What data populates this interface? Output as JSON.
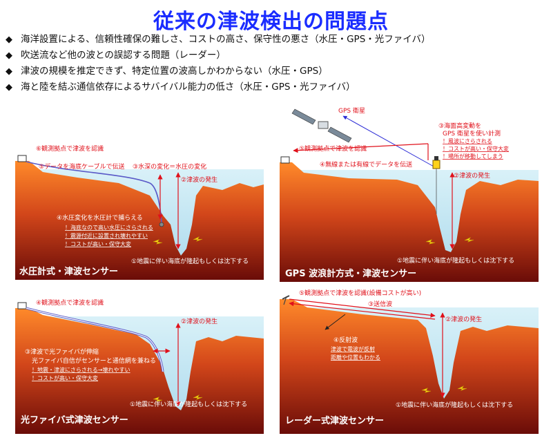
{
  "title": "従来の津波検出の問題点",
  "bullets": [
    "海洋設置による、信頼性確保の難しさ、コストの高さ、保守性の悪さ（水圧・GPS・光ファイバ）",
    "吹送流など他の波との誤認する問題（レーダー）",
    "津波の規模を推定できず、特定位置の波高しかわからない（水圧・GPS）",
    "海と陸を結ぶ通信依存によるサバイバル能力の低さ（水圧・GPS・光ファイバ）"
  ],
  "bullet_marker": "◆",
  "common": {
    "tsunami_origin": "②津波の発生",
    "earthquake": "①地震に伴い海底が隆起もしくは沈下する"
  },
  "panels": {
    "pressure": {
      "title": "水圧計式・津波センサー",
      "station": "⑥観測拠点で津波を認識",
      "cable": "⑤データを海底ケーブルで伝送",
      "depth": "③水深の変化＝水圧の変化",
      "measure": "④水圧変化を水圧計で捕らえる",
      "issues": [
        "！海底なので高い水圧にさらされる",
        "！震源付近に設置され壊れやすい",
        "！コストが高い・保守大変"
      ]
    },
    "gps": {
      "title": "GPS 波浪計方式・津波センサー",
      "satellite": "GPS 衛星",
      "measure": [
        "③海面高変動を",
        "GPS 衛星を使い計測"
      ],
      "issues": [
        "！風波にさらされる",
        "！コストが高い・保守大変",
        "！場所が移動してしまう"
      ],
      "station": "⑤観測拠点で津波を認識",
      "wireless": "④無線または有線でデータを伝送"
    },
    "fiber": {
      "title": "光ファイバ式津波センサー",
      "station": "④観測拠点で津波を認識",
      "measure": [
        "③津波で光ファイバが伸縮",
        "光ファイバ自信がセンサーと通信網を兼ねる"
      ],
      "issues": [
        "！地震・津波にさらされる→壊れやすい",
        "！コストが高い・保守大変"
      ]
    },
    "radar": {
      "title": "レーダー式津波センサー",
      "station": "⑤観測拠点で津波を認識(設備コストが高い)",
      "transmit": "③送信波",
      "reflect": [
        "④反射波",
        "津波で電波が反射",
        "距離や位置もわかる"
      ]
    }
  },
  "colors": {
    "title": "#1a2cff",
    "text_red": "#e0101a",
    "land": "#c94016",
    "sea": "#c5e8f2",
    "arrow_blue": "#2d2dd6",
    "cable": "#5a5ac8"
  },
  "icons": {
    "station": "building-icon",
    "quake": "lightning-icon",
    "satellite": "satellite-icon",
    "buoy": "buoy-icon",
    "radar": "radar-antenna-icon"
  }
}
